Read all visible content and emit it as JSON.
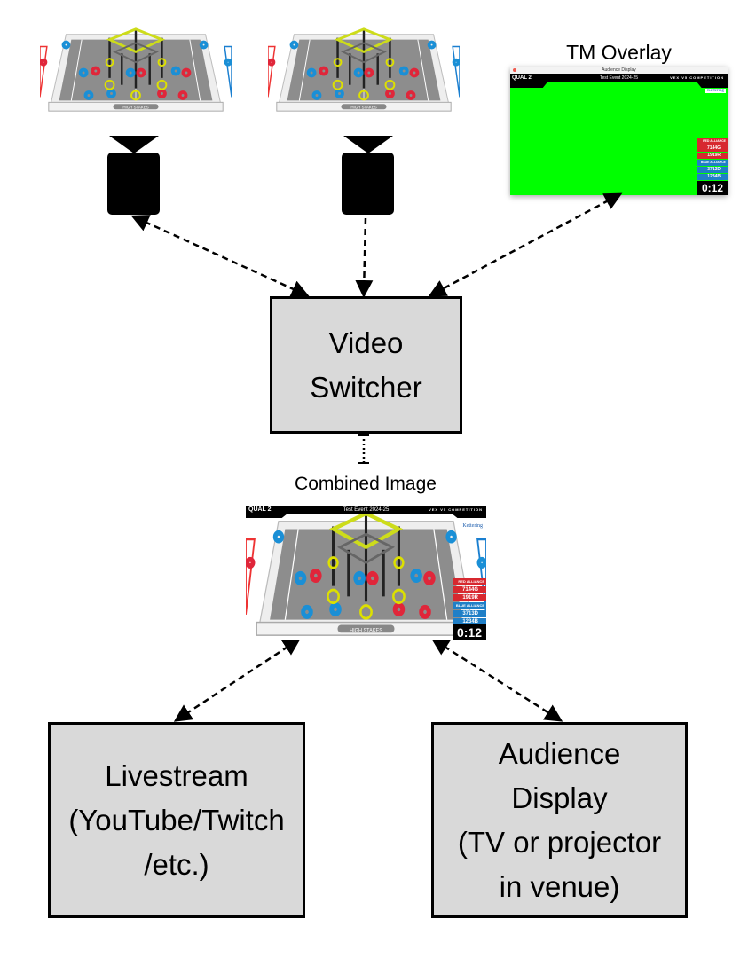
{
  "nodes": {
    "tm_overlay_label": "TM Overlay",
    "video_switcher": [
      "Video",
      "Switcher"
    ],
    "combined_image_label": "Combined Image",
    "livestream": [
      "Livestream",
      "(YouTube/Twitch",
      "/etc.)"
    ],
    "audience_display": [
      "Audience",
      "Display",
      "(TV or projector",
      "in venue)"
    ]
  },
  "overlay": {
    "window_title": "Audience Display",
    "match": "QUAL 2",
    "event": "Test Event 2024-25",
    "logo": "VEX V5 COMPETITION",
    "sponsor": "Kettering",
    "red_alliance_label": "RED ALLIANCE",
    "blue_alliance_label": "BLUE ALLIANCE",
    "red_teams": [
      "7144G",
      "1919R"
    ],
    "blue_teams": [
      "3713D",
      "1234B"
    ],
    "timer": "0:12",
    "green_screen_color": "#00ff00",
    "red_color": "#d7282f",
    "blue_color": "#1f7fc7"
  },
  "field": {
    "banner": "HIGH STAKES"
  }
}
